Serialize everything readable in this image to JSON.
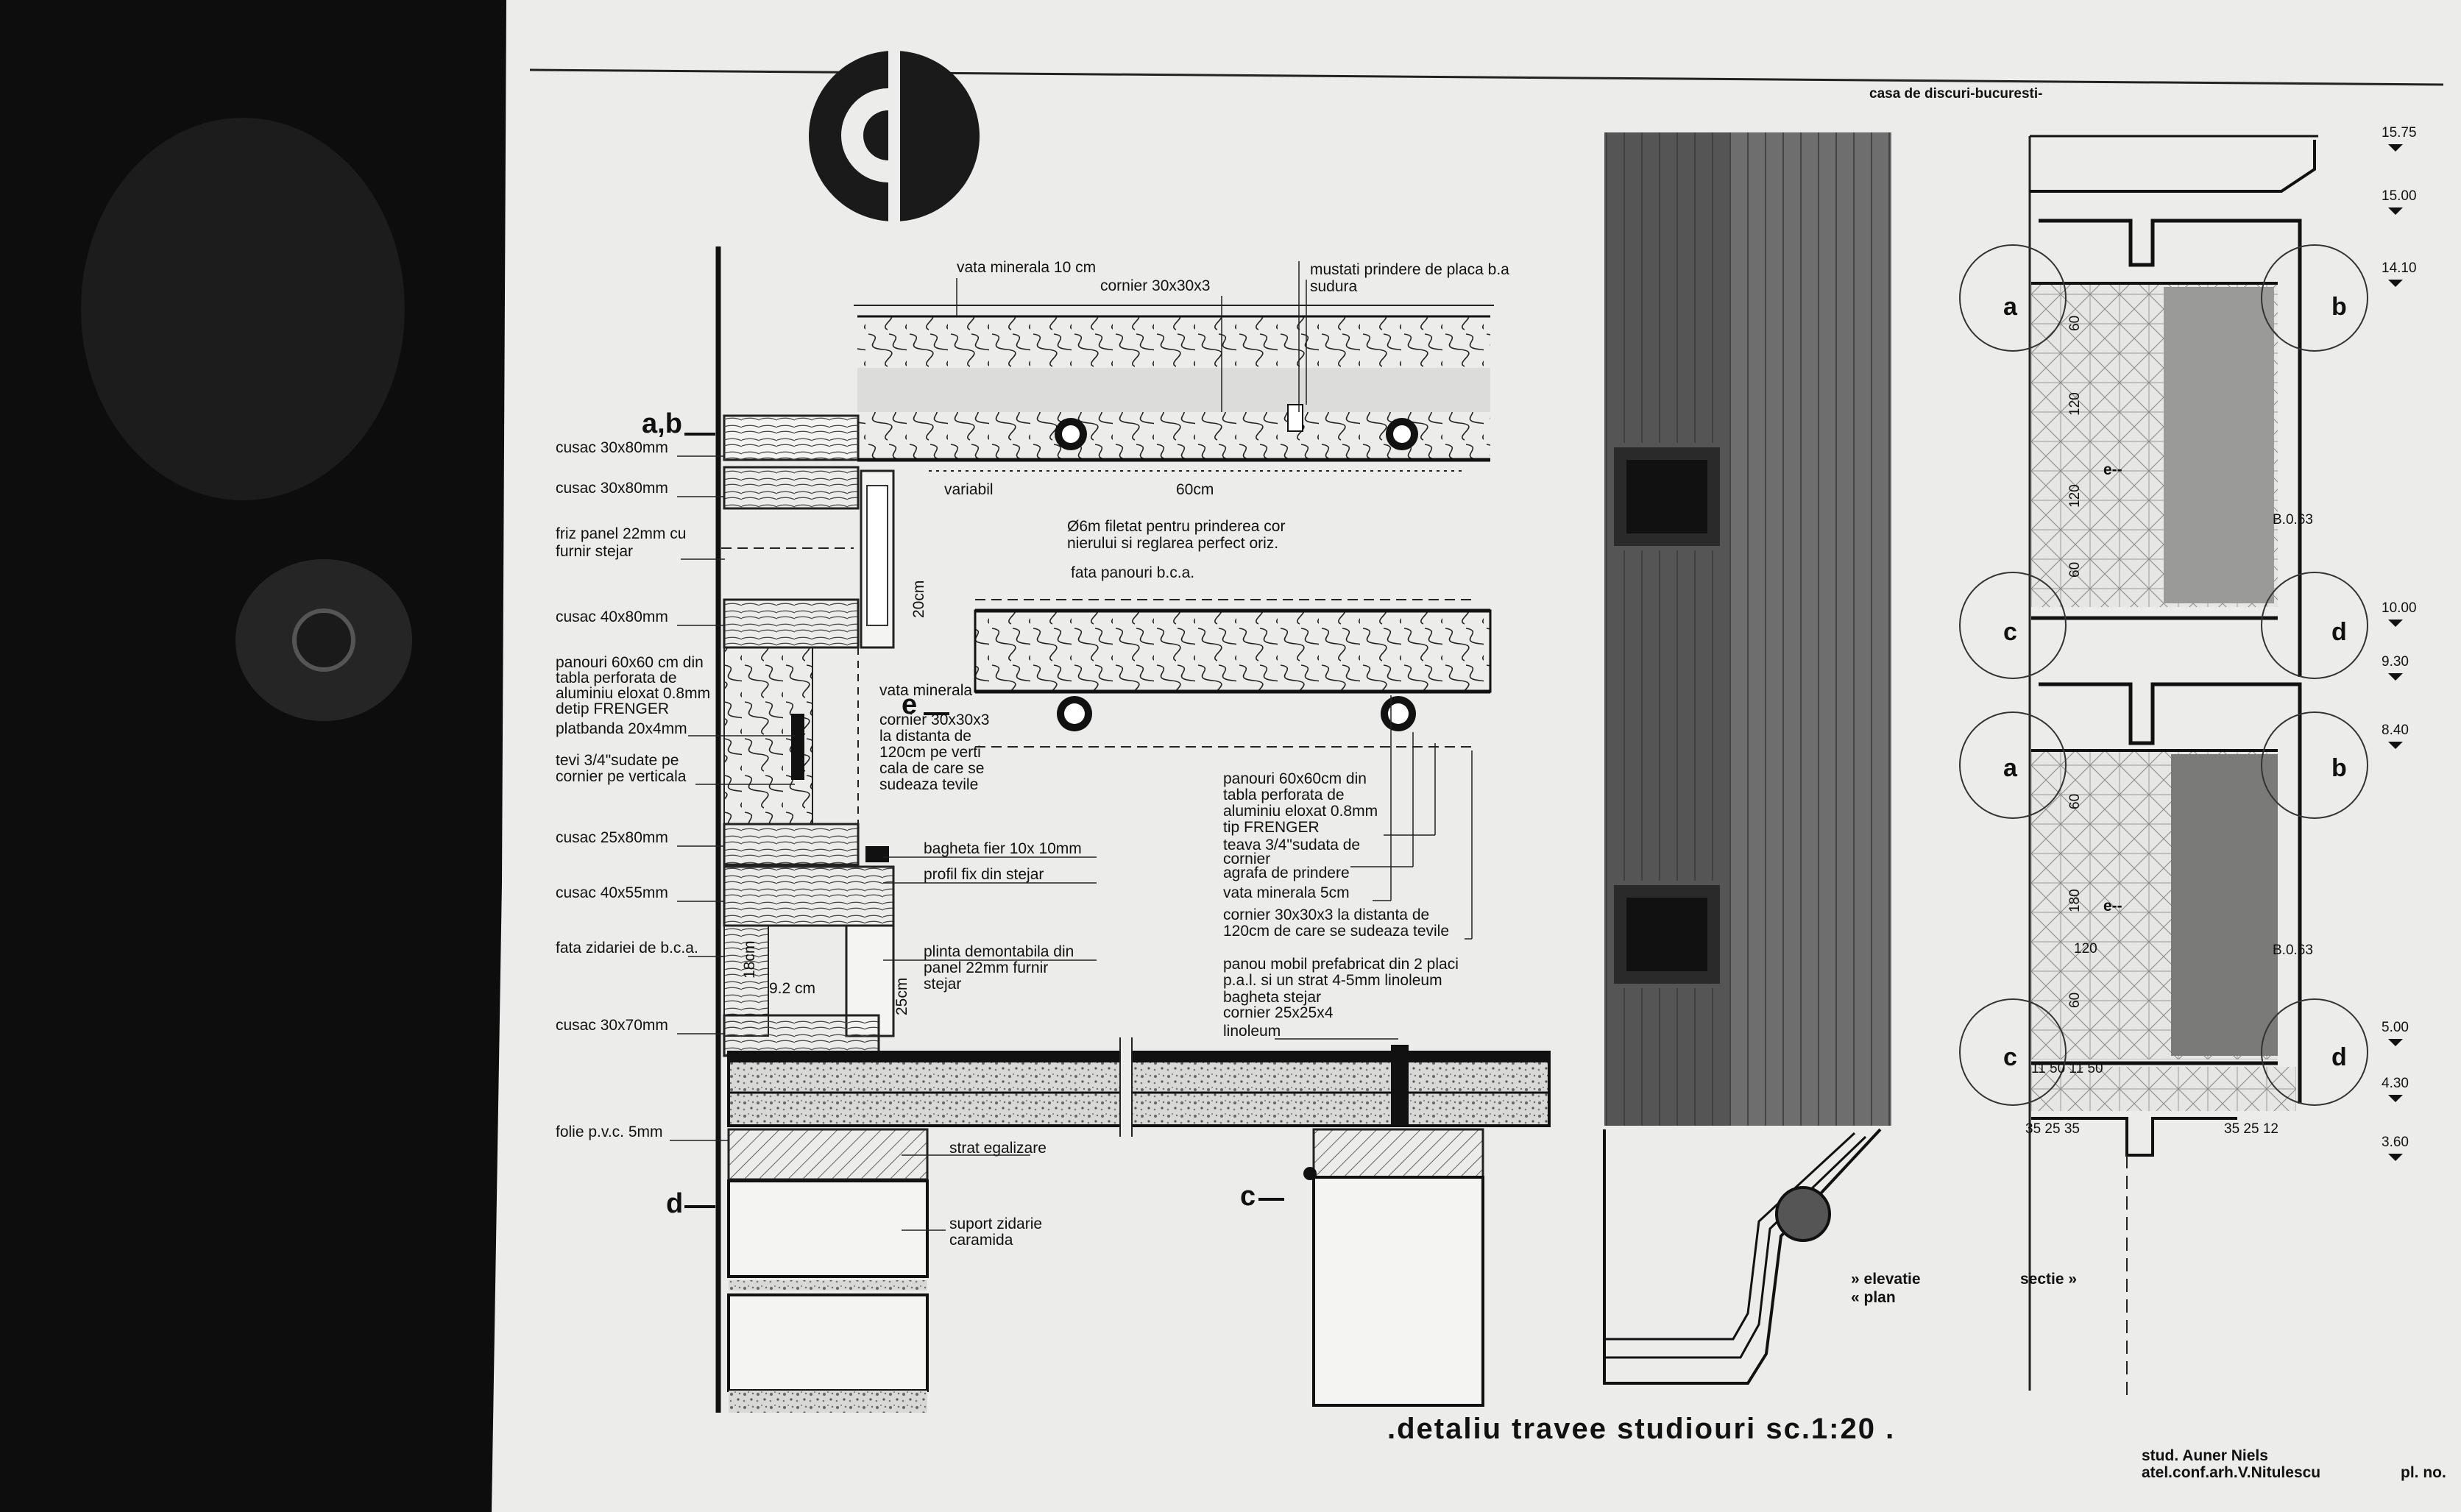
{
  "sheet": {
    "project": "casa de discuri-bucuresti-",
    "title": ".detaliu travee studiouri  sc.1:20 .",
    "author_line1": "stud. Auner Niels",
    "author_line2": "atel.conf.arh.V.Nitulescu",
    "plate": "pl. no."
  },
  "section_marks": {
    "ab": "a,b",
    "d": "d",
    "e": "e",
    "c": "c"
  },
  "left_labels": [
    "cusac 30x80mm",
    "cusac 30x80mm",
    "friz panel 22mm cu",
    "furnir stejar",
    "cusac 40x80mm",
    "panouri 60x60 cm din",
    "tabla perforata de",
    "aluminiu eloxat 0.8mm",
    "detip FRENGER",
    "platbanda 20x4mm",
    "tevi 3/4\"sudate pe",
    "cornier pe verticala",
    "cusac 25x80mm",
    "cusac 40x55mm",
    "fata zidariei de b.c.a.",
    "cusac 30x70mm",
    "folie p.v.c. 5mm"
  ],
  "top_labels": {
    "wool": "vata minerala 10 cm",
    "angle": "cornier 30x30x3",
    "mustati1": "mustati prindere de placa b.a",
    "mustati2": "sudura",
    "variabil": "variabil",
    "span60": "60cm",
    "rod1": "Ø6m filetat pentru prinderea cor",
    "rod2": "nierului si reglarea perfect oriz.",
    "panel_face": "fata panouri b.c.a.",
    "h20": "20cm"
  },
  "mid_labels": {
    "wool": "vata minerala",
    "corner1": "cornier 30x30x3",
    "corner2": "la distanta de",
    "corner3": "120cm pe verti",
    "corner4": "cala de care se",
    "corner5": "sudeaza tevile",
    "baghete": "bagheta fier 10x 10mm",
    "profil": "profil fix din stejar",
    "plinta1": "plinta demontabila din",
    "plinta2": "panel 22mm furnir",
    "plinta3": "stejar",
    "h18": "18cm",
    "w92": "9.2 cm",
    "h25": "25cm"
  },
  "right_labels": [
    "panouri 60x60cm din",
    "tabla perforata de",
    "aluminiu eloxat 0.8mm",
    "tip FRENGER",
    "teava 3/4\"sudata de",
    "cornier",
    "agrafa de prindere",
    "vata minerala 5cm",
    "cornier 30x30x3 la distanta de",
    "120cm de care se sudeaza tevile",
    "panou mobil prefabricat din 2 placi",
    "p.a.l. si un strat  4-5mm linoleum",
    "bagheta stejar",
    "cornier 25x25x4",
    "linoleum"
  ],
  "bottom_labels": {
    "egal": "strat egalizare",
    "suport1": "suport zidarie",
    "suport2": "caramida"
  },
  "elevation": {
    "elevatie": "» elevatie",
    "plan": "« plan",
    "sectie": "sectie »"
  },
  "section_view": {
    "circles": [
      "a",
      "b",
      "c",
      "d",
      "a",
      "b",
      "c",
      "d"
    ],
    "e_marks": [
      "e--",
      "e--"
    ],
    "dims_upper": [
      "60",
      "120",
      "120",
      "60"
    ],
    "dims_lower": [
      "60",
      "180",
      "120",
      "60"
    ],
    "beam_upper": "B.0.63",
    "beam_lower": "B.0.63",
    "bottom_dims1": "11 50 11 50",
    "bottom_dims2": "35 25 35",
    "bottom_dims3": "35 25 12"
  },
  "levels": [
    "15.75",
    "15.00",
    "14.10",
    "10.00",
    "9.30",
    "8.40",
    "5.00",
    "4.30",
    "3.60"
  ]
}
